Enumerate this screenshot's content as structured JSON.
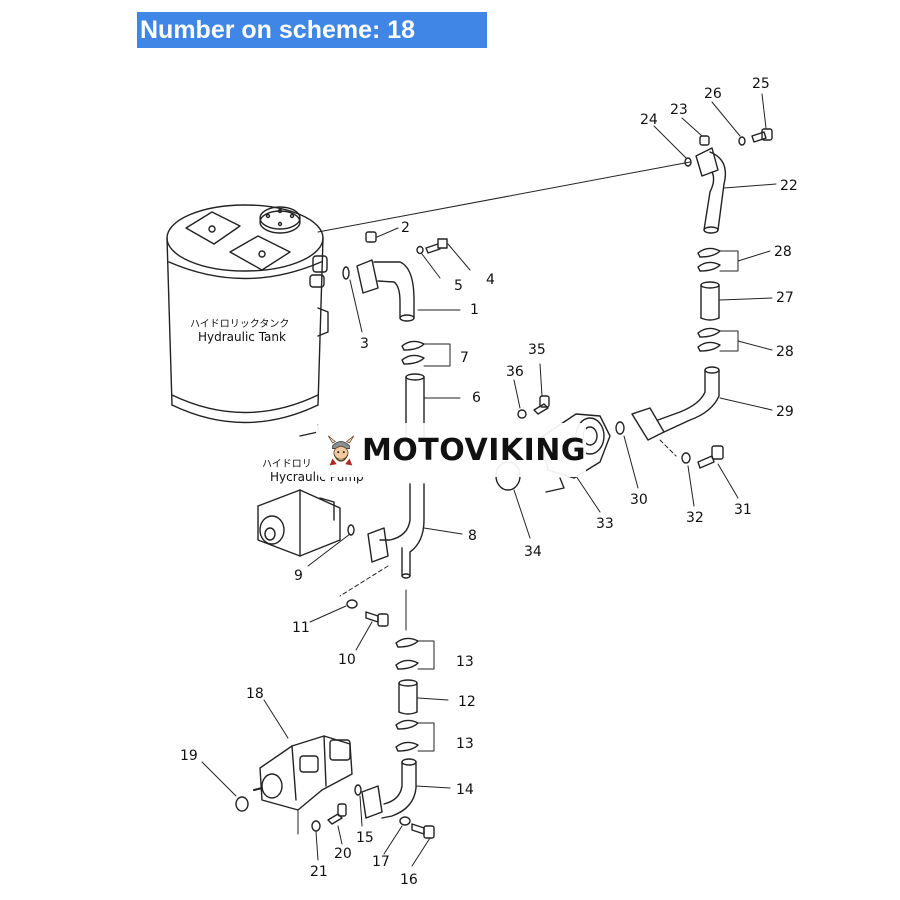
{
  "header": {
    "title": "Number on scheme: 18"
  },
  "components": {
    "tank_jp": "ハイドロリックタンク",
    "tank_en": "Hydraulic Tank",
    "pump_jp": "ハイドロリ",
    "pump_en": "Hycraulic Pump"
  },
  "watermark": {
    "text": "MOTOVIKING",
    "logo_icon": "viking-mascot-icon"
  },
  "callouts": [
    "1",
    "2",
    "3",
    "4",
    "5",
    "6",
    "7",
    "8",
    "9",
    "10",
    "11",
    "12",
    "13",
    "13",
    "14",
    "15",
    "16",
    "17",
    "18",
    "19",
    "20",
    "21",
    "22",
    "23",
    "24",
    "25",
    "26",
    "27",
    "28",
    "28",
    "29",
    "30",
    "31",
    "32",
    "33",
    "34",
    "35",
    "36"
  ],
  "colors": {
    "banner": "#3f86e6",
    "banner_text": "#ffffff",
    "line": "#222222"
  }
}
